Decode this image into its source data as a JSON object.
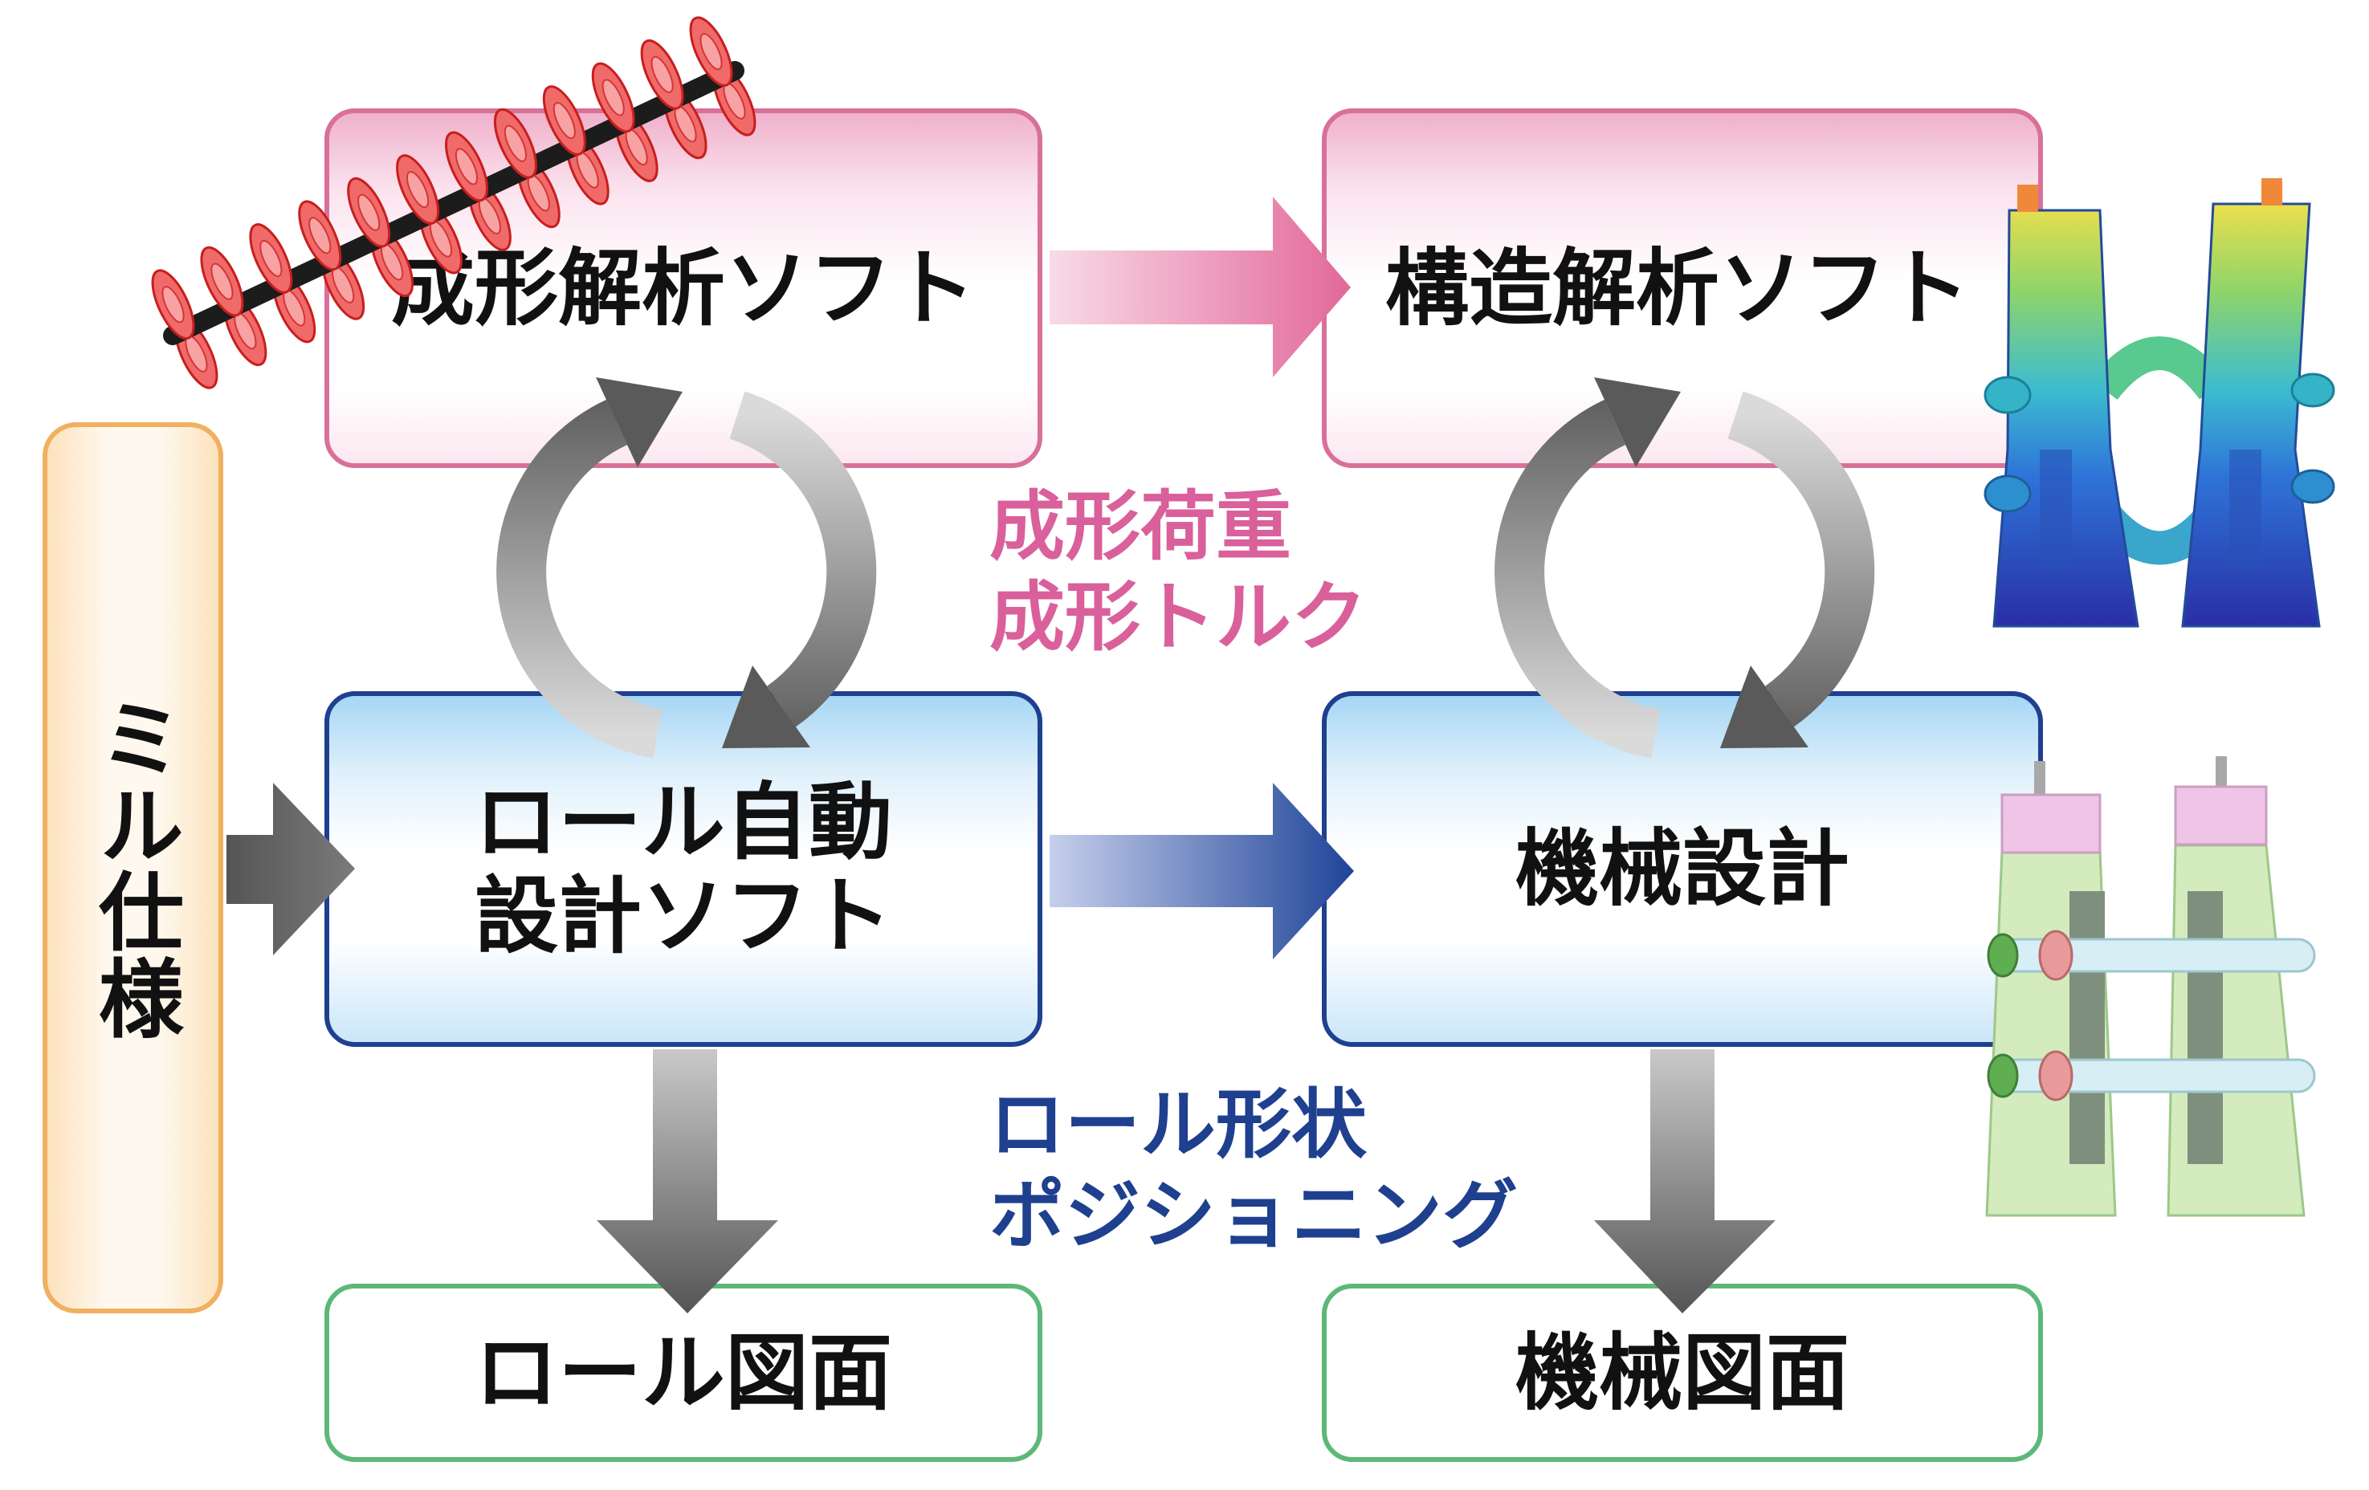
{
  "diagram": {
    "mill_spec": "ミル仕様",
    "forming_analysis": "成形解析ソフト",
    "structural_analysis": "構造解析ソフト",
    "roll_design_line1": "ロール自動",
    "roll_design_line2": "設計ソフト",
    "mechanical_design": "機械設計",
    "roll_drawing": "ロール図面",
    "mechanical_drawing": "機械図面"
  },
  "annotations": {
    "forming_load": "成形荷重",
    "forming_torque": "成形トルク",
    "roll_shape": "ロール形状",
    "positioning": "ポジショニング"
  },
  "colors": {
    "analysis_border": "#d9709a",
    "design_border": "#1f3f8f",
    "drawing_border": "#5cb878",
    "spec_border": "#f0b060",
    "forming_text": "#d9609a",
    "roll_text": "#1f3f8f"
  },
  "icons": {
    "roller_model": "roll-forming-model-icon",
    "structure_model": "stress-analysis-model-icon",
    "mill_model": "mill-stand-model-icon"
  }
}
